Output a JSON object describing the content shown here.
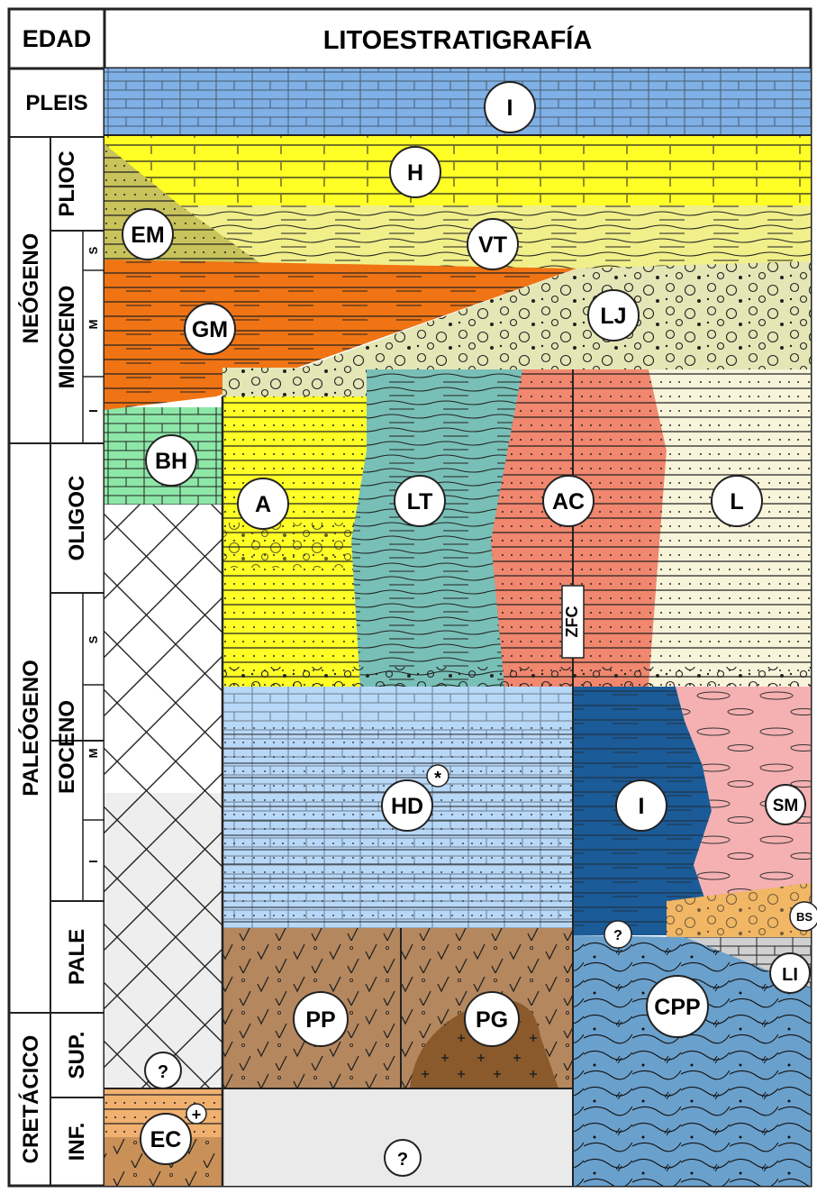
{
  "header": {
    "age": "EDAD",
    "lithostratigraphy": "LITOESTRATIGRAFÍA"
  },
  "periods": {
    "pleistocene": "PLEIS",
    "neogene": "NEÓGENO",
    "paleogene": "PALEÓGENO",
    "cretaceous": "CRETÁCICO"
  },
  "epochs": {
    "pliocene": "PLIOC",
    "miocene": "MIOCENO",
    "oligocene": "OLIGOC",
    "eocene": "EOCENO",
    "paleocene": "PALE",
    "upper": "SUP.",
    "lower": "INF."
  },
  "subdivisions": {
    "miocene_s": "S",
    "miocene_m": "M",
    "miocene_i": "I",
    "eocene_s": "S",
    "eocene_m": "M",
    "eocene_i": "I"
  },
  "units": {
    "I_top": "I",
    "H": "H",
    "VT": "VT",
    "EM": "EM",
    "GM": "GM",
    "LJ": "LJ",
    "BH": "BH",
    "A": "A",
    "LT": "LT",
    "AC": "AC",
    "L": "L",
    "HD": "HD",
    "HD_mark": "*",
    "I_lower": "I",
    "SM": "SM",
    "BS": "BS",
    "LI": "LI",
    "CPP": "CPP",
    "PP": "PP",
    "PG": "PG",
    "EC": "EC",
    "EC_mark": "+",
    "q1": "?",
    "q2": "?",
    "q3": "?"
  },
  "fault": "ZFC",
  "colors": {
    "pleistocene_blue": "#7fb0e6",
    "yellow": "#ffff26",
    "light_yellow": "#f0ef8a",
    "olive": "#c8c35a",
    "orange": "#f07414",
    "conglomerate": "#e5e6b6",
    "green": "#8de8a8",
    "teal": "#78c0b7",
    "salmon": "#f0876e",
    "cream": "#f8f4da",
    "light_blue": "#b8d8f8",
    "dark_blue": "#1b5b98",
    "pink": "#f5b0b2",
    "sand": "#f1b765",
    "grey": "#d0d0d0",
    "steel_blue": "#6aa0cc",
    "brown": "#b4875f",
    "dark_brown": "#8a5a2c",
    "tan": "#e8a35e",
    "pale_grey": "#eaeaea"
  }
}
